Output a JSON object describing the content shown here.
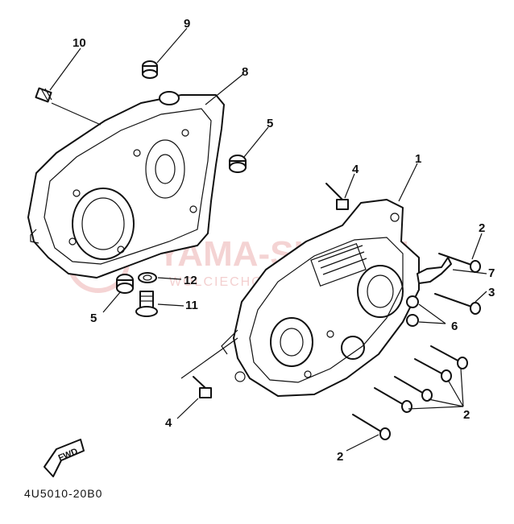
{
  "diagram": {
    "callouts": {
      "c1": "1",
      "c2a": "2",
      "c2b": "2",
      "c3": "3",
      "c4a": "4",
      "c4b": "4",
      "c5a": "5",
      "c5b": "5",
      "c6": "6",
      "c7": "7",
      "c8": "8",
      "c9": "9",
      "c10": "10",
      "c11": "11",
      "c12": "12",
      "c2c": "2"
    },
    "drawing_code": "4U5010-20B0",
    "fwd_label": "FWD",
    "watermark": {
      "main": "YAMA-SHOP.PL",
      "sub": "WOLCIECHOWSKI"
    }
  }
}
